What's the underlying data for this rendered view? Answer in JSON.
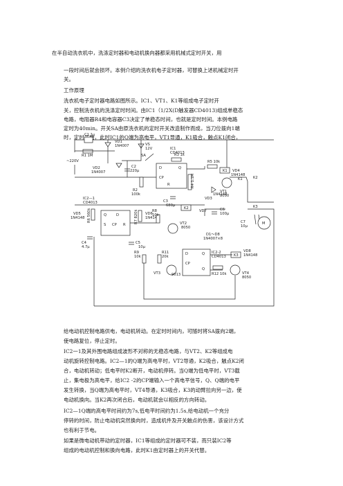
{
  "paragraph_lines": [
    "在半自动洗衣机中，洗涤定时器和电动机换向器都采用机械式定时开关，用",
    "一段时间后就会损坏。本例介绍的洗衣机电子定时器，可替换上述机械定时开",
    "关。",
    "工作原理",
    "洗衣机电子定时器电路如图所示。IC1、VT1、K1等组成电子定时开",
    "关，控制洗衣机的洗涤定时时间。由IC1（1/2X(D触发器CD4013)组成单稳态",
    "电路，电阻器R4和电容器C3决定了单稳态时间，也就是定时时间。本例电路",
    "定时为40min。开关SA由原洗衣机的定时开关改造制作而成，当刀位拨向1端",
    "时，定时开始，此时IC1的Q端为高电平，VT1导通，K1吸合，触点K1闭合，"
  ],
  "lower_lines": [
    "给电动机控制电路供电，电动机转动。在定时时间内，可随时将SA拨向2端，",
    "使电路复位，停止定时。",
    "IC2一1及其外围电路组成波形不对称的无稳态电路，与VT2、K2等组成电",
    "动机旋转控制电路。IC2—1的Q端为高电平时，VT2导通，K2吸合，触点K2闭",
    "合，电动机转动；低电平时K2断开，电动机停转。当Q端为低电平时，VT3截",
    "止，集电极为高电平，给IC2 -2的CP端输入一个高电平信号，Q、Q端的电平",
    "发生转换，当Q端为高电平时，VT4导通，K3吸合，K3的动臂拉向另一边，使",
    "电动机换向。当K2再次闭合后，电动机就会以相反的方向转动。",
    "IC2—1Q端的高电平时间约为7s,低电平时间约为1.5s,给电动机一个充分",
    "停转的时间，防止电动机突然换向时，造成机件及开关触点的伤害，该设计方式",
    "也有利于节电。",
    "如果是微电动机带动的定时器，IC1等组成的定时器可不装，而只装IC2等",
    "组成的电动机控制和换向电路，此时K1由定时器上的开关代替。"
  ],
  "circuit_labels": {
    "supply": "~220V",
    "c1": "C1 1μ",
    "r1": "R1 1M",
    "vd1": "VD1",
    "vd1_type": "1N4007",
    "vs": "VS",
    "vs_v": "12V",
    "vd2": "VD2",
    "vd2_type": "1N4007",
    "c2": "C2",
    "c2_v": "220μ",
    "sa": "SA",
    "ic1": "IC1",
    "ic1_type": "CD4013",
    "r3": "R3 1k",
    "r2": "R2",
    "r2_v": "100k",
    "r4": "R4 1.1M",
    "c3": "C3",
    "c3_v": "680μ",
    "r5": "R5 10k",
    "vt1": "VT1",
    "vt1_type": "8050",
    "vd3": "VD3",
    "vd3_type": "1N4148",
    "k1": "K1",
    "vd4": "VD4",
    "vd4_type": "1N4148",
    "k2": "K2",
    "k3": "K3",
    "c7": "C7",
    "c7_v": "10μ",
    "motor": "M",
    "ic2_1": "IC2—1",
    "ic2_1_type": "CD4013",
    "r6": "R6 560k",
    "r7": "R7 820k",
    "vd5": "VD5",
    "vd5_type": "1N4148",
    "vd6": "VD6",
    "vd6_type": "1N4148",
    "c4": "C4",
    "c4_v": "4.7μ",
    "c5": "C5",
    "c5_v": "10μ",
    "r8": "R8",
    "r8_v": "10k",
    "vt2": "VT2",
    "vt2_type": "8050",
    "vd7": "VD7",
    "c6": "C6",
    "c6_v": "100μ",
    "d_bridge": "D1～D8",
    "d_bridge_type": "1N4007×8",
    "r9": "R9",
    "r9_v": "10k",
    "r11": "R11",
    "r11_v": "20k",
    "vt3": "VT3",
    "vt3_type": "9013",
    "ic2_2": "IC2-2",
    "ic2_2_type": "CD4013",
    "r12": "R12 10k",
    "vt4": "VT4",
    "vt4_type": "8050",
    "vd8": "VD8",
    "vd8_type": "1N4148"
  }
}
